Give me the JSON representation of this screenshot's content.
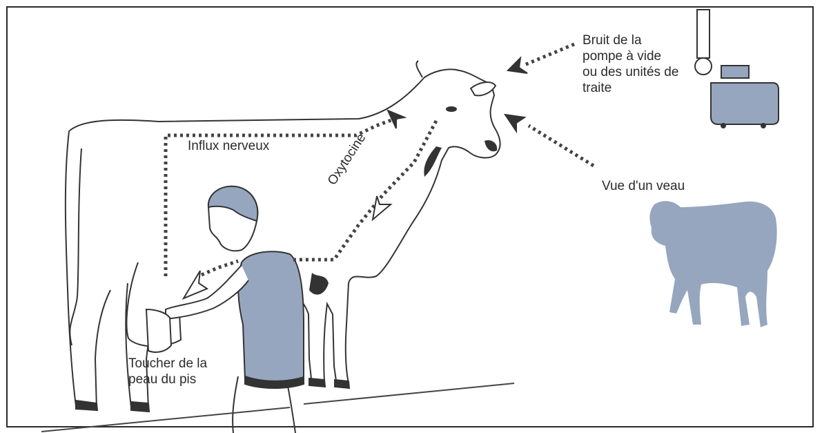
{
  "labels": {
    "influx": "Influx nerveux",
    "oxytocine": "Oxytocine",
    "toucher": "Toucher de la\npeau du pis",
    "bruit": "Bruit de la\npompe à vide\nou des unités de\ntraite",
    "veau": "Vue d'un veau"
  },
  "colors": {
    "figure_fill": "#97a6bf",
    "line": "#333333",
    "dots": "#4a4a4a"
  },
  "icons": [
    "cow",
    "milker-person",
    "calf",
    "vacuum-pump",
    "arrow-head"
  ]
}
